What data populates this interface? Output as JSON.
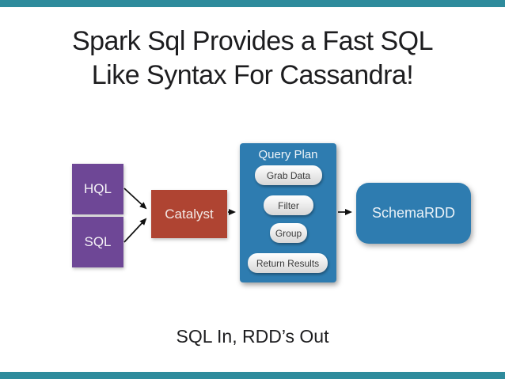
{
  "slide": {
    "title_line1": "Spark Sql Provides a Fast SQL",
    "title_line2": "Like Syntax For Cassandra!",
    "caption": "SQL In, RDD’s Out"
  },
  "diagram": {
    "inputs": [
      {
        "label": "HQL"
      },
      {
        "label": "SQL"
      }
    ],
    "catalyst": {
      "label": "Catalyst"
    },
    "query_plan": {
      "title": "Query Plan",
      "steps": [
        "Grab Data",
        "Filter",
        "Group",
        "Return Results"
      ]
    },
    "output": {
      "label": "SchemaRDD"
    }
  },
  "colors": {
    "accent_bar": "#2E8B9C",
    "input_box": "#6E4796",
    "catalyst_box": "#AF4432",
    "plan_box": "#2E7CB0",
    "output_box": "#2E7CB0",
    "pill_text": "#3C3C3C",
    "title_text": "#1D1D1F",
    "arrow": "#111111"
  }
}
